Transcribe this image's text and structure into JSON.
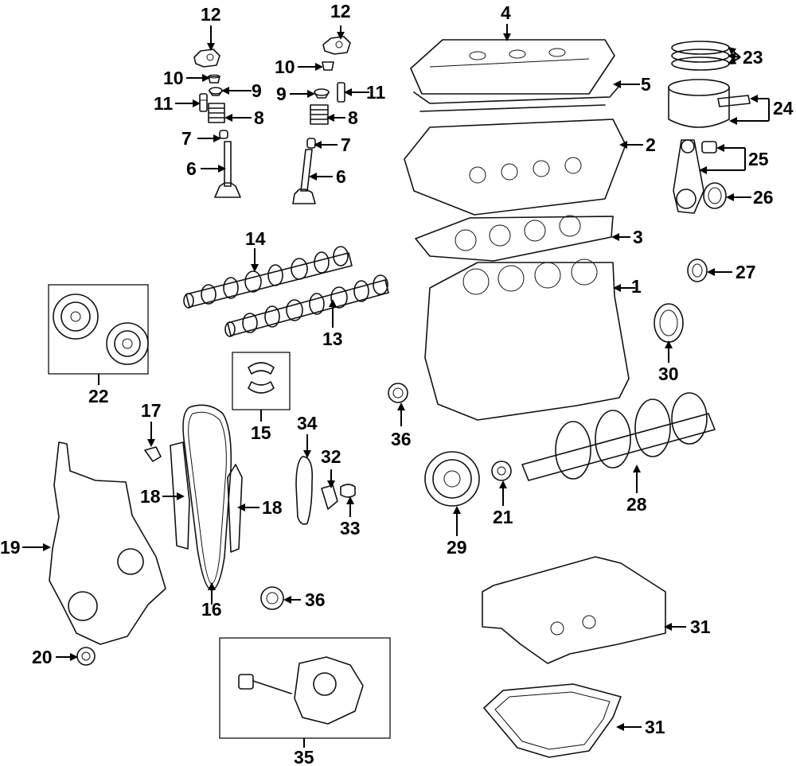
{
  "diagram": {
    "callouts": [
      {
        "id": "c1",
        "text": "1"
      },
      {
        "id": "c2",
        "text": "2"
      },
      {
        "id": "c3",
        "text": "3"
      },
      {
        "id": "c4",
        "text": "4"
      },
      {
        "id": "c5",
        "text": "5"
      },
      {
        "id": "c6a",
        "text": "6"
      },
      {
        "id": "c6b",
        "text": "6"
      },
      {
        "id": "c7a",
        "text": "7"
      },
      {
        "id": "c7b",
        "text": "7"
      },
      {
        "id": "c8a",
        "text": "8"
      },
      {
        "id": "c8b",
        "text": "8"
      },
      {
        "id": "c9a",
        "text": "9"
      },
      {
        "id": "c9b",
        "text": "9"
      },
      {
        "id": "c10a",
        "text": "10"
      },
      {
        "id": "c10b",
        "text": "10"
      },
      {
        "id": "c11a",
        "text": "11"
      },
      {
        "id": "c11b",
        "text": "11"
      },
      {
        "id": "c12a",
        "text": "12"
      },
      {
        "id": "c12b",
        "text": "12"
      },
      {
        "id": "c13",
        "text": "13"
      },
      {
        "id": "c14",
        "text": "14"
      },
      {
        "id": "c15",
        "text": "15"
      },
      {
        "id": "c16",
        "text": "16"
      },
      {
        "id": "c17",
        "text": "17"
      },
      {
        "id": "c18a",
        "text": "18"
      },
      {
        "id": "c18b",
        "text": "18"
      },
      {
        "id": "c19",
        "text": "19"
      },
      {
        "id": "c20",
        "text": "20"
      },
      {
        "id": "c21",
        "text": "21"
      },
      {
        "id": "c22",
        "text": "22"
      },
      {
        "id": "c23",
        "text": "23"
      },
      {
        "id": "c24",
        "text": "24"
      },
      {
        "id": "c25",
        "text": "25"
      },
      {
        "id": "c26",
        "text": "26"
      },
      {
        "id": "c27",
        "text": "27"
      },
      {
        "id": "c28",
        "text": "28"
      },
      {
        "id": "c29",
        "text": "29"
      },
      {
        "id": "c30",
        "text": "30"
      },
      {
        "id": "c31a",
        "text": "31"
      },
      {
        "id": "c31b",
        "text": "31"
      },
      {
        "id": "c32",
        "text": "32"
      },
      {
        "id": "c33",
        "text": "33"
      },
      {
        "id": "c34",
        "text": "34"
      },
      {
        "id": "c35",
        "text": "35"
      },
      {
        "id": "c36a",
        "text": "36"
      },
      {
        "id": "c36b",
        "text": "36"
      }
    ]
  }
}
